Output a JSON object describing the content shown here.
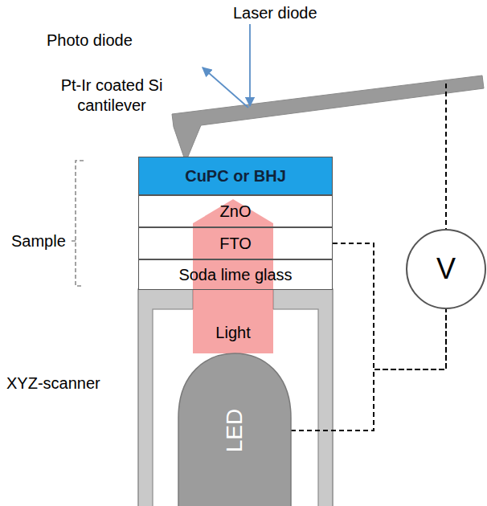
{
  "diagram": {
    "nodes": [
      {
        "text": [
          "CuPC or BHJ"
        ]
      },
      {
        "text": [
          "ZnO"
        ]
      },
      {
        "text": [
          "FTO"
        ]
      },
      {
        "text": [
          "Soda lime glass"
        ]
      },
      {
        "text": [
          "Light"
        ]
      },
      {
        "text": [
          "LED"
        ]
      },
      {
        "text": [
          "V"
        ]
      }
    ],
    "edges": [
      {
        "from": 2,
        "to": 6,
        "arrow": "none"
      },
      {
        "from": 5,
        "to": 6,
        "arrow": "none"
      }
    ],
    "labels": [
      "Laser diode",
      "Photo diode",
      "Pt-Ir coated Si cantilever",
      "Sample",
      "XYZ-scanner"
    ]
  }
}
